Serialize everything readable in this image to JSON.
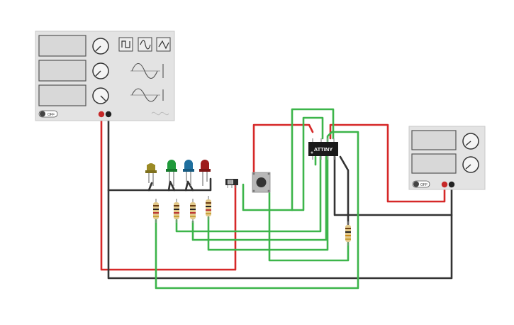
{
  "function_generator": {
    "power_label": "OFF"
  },
  "power_supply": {
    "power_label": "OFF"
  },
  "attiny": {
    "label": "ATTINY"
  },
  "colors": {
    "wire_red": "#d62828",
    "wire_green": "#3cb54a",
    "wire_black": "#333333",
    "panel": "#e3e3e3",
    "led_yellow": "#9b8a25",
    "led_green": "#1f9a3a",
    "led_blue": "#1f6f9e",
    "led_red": "#9e1b1b"
  },
  "leds": [
    {
      "name": "yellow-led",
      "color": "#9b8a25"
    },
    {
      "name": "green-led",
      "color": "#1f9a3a"
    },
    {
      "name": "blue-led",
      "color": "#1f6f9e"
    },
    {
      "name": "red-led",
      "color": "#9e1b1b"
    }
  ]
}
